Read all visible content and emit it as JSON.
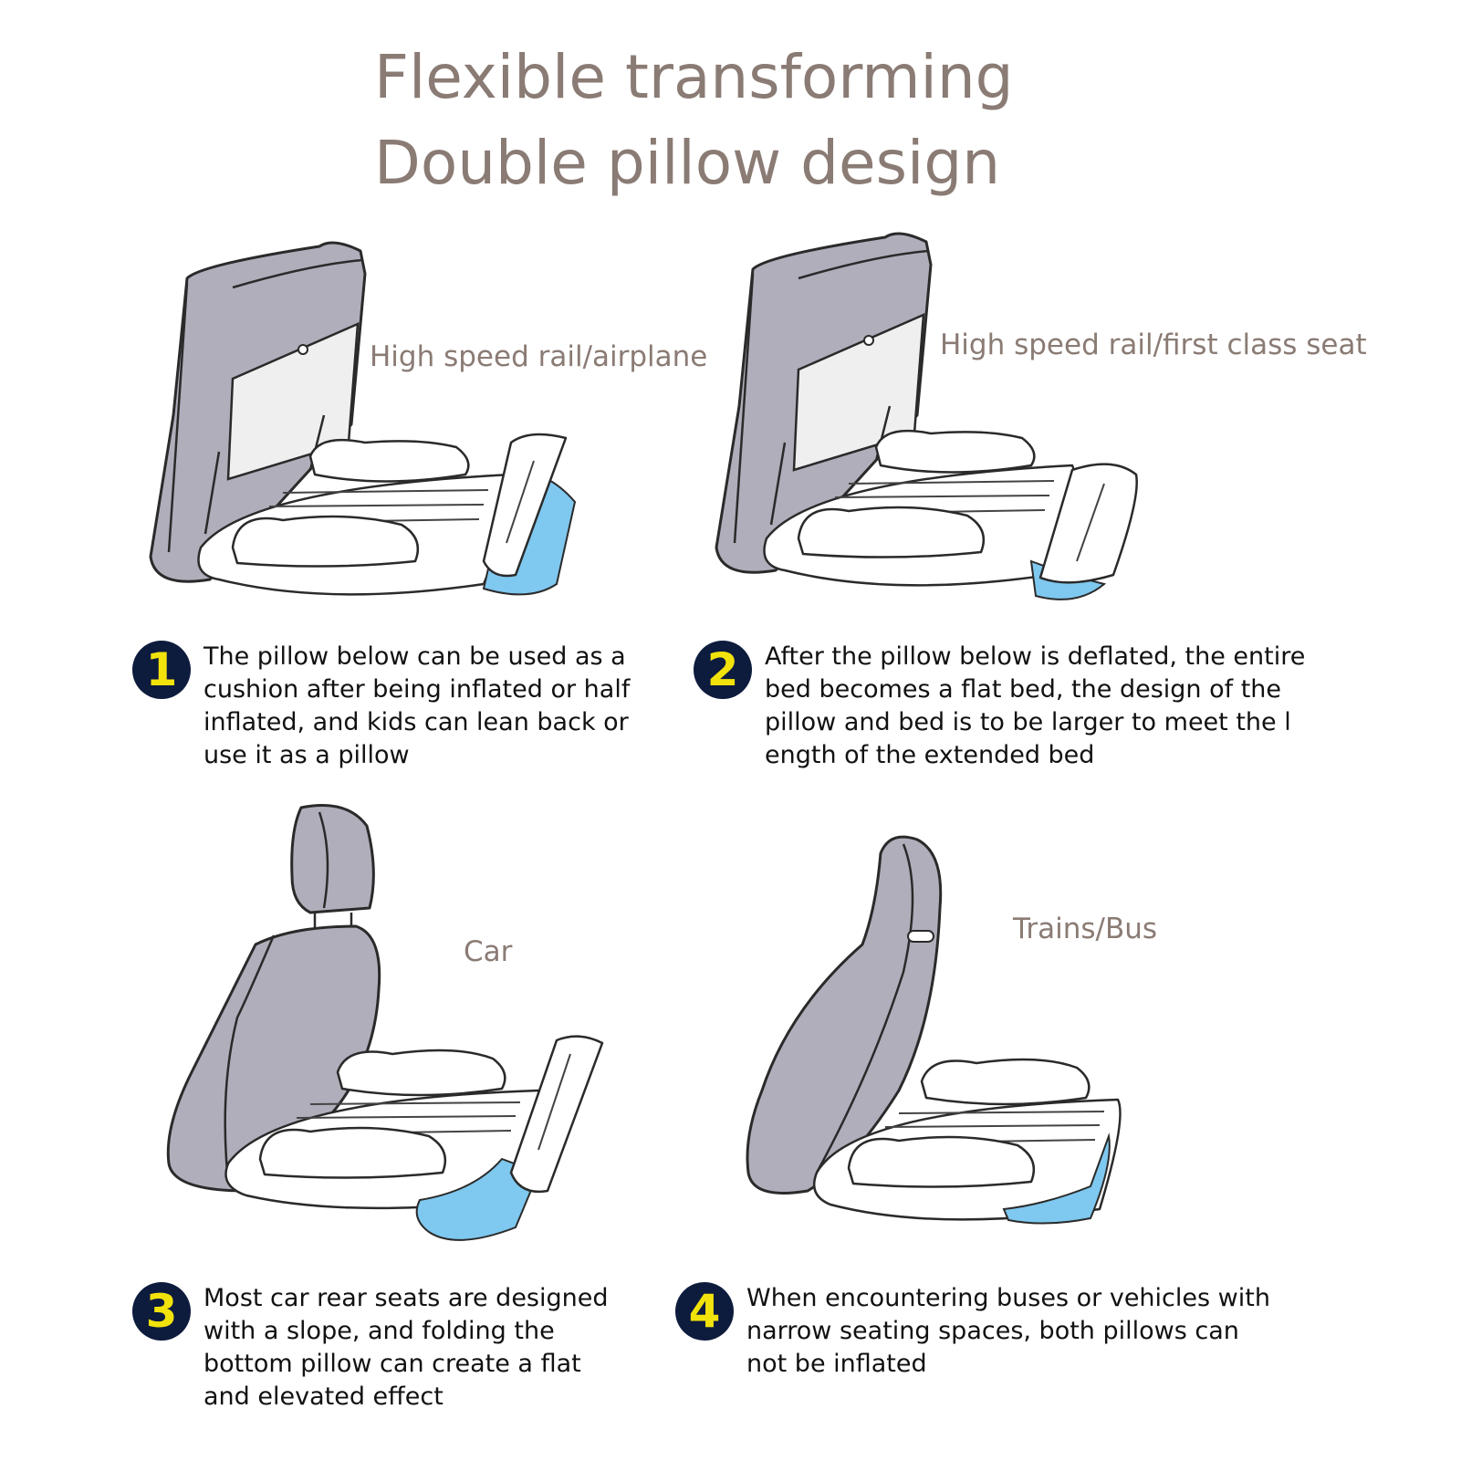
{
  "title": {
    "line1": "Flexible transforming",
    "line2": "Double pillow design"
  },
  "panels": [
    {
      "label": "High speed rail/airplane",
      "number": "1",
      "text": "The pillow below can be used as a\ncushion after being inflated or half\ninflated, and kids can lean back or\nuse it as a pillow"
    },
    {
      "label": "High speed rail/first class seat",
      "number": "2",
      "text": "After the pillow below is deflated, the entire\nbed becomes a flat bed, the design of the\npillow and bed is to be larger to meet the l\nength of the extended bed"
    },
    {
      "label": "Car",
      "number": "3",
      "text": "Most car rear seats are designed\nwith a slope, and folding the\nbottom pillow can create a flat\nand elevated effect"
    },
    {
      "label": "Trains/Bus",
      "number": "4",
      "text": "When encountering buses or vehicles with\nnarrow seating spaces, both pillows can\nnot be inflated"
    }
  ],
  "colors": {
    "title": "#8a7b74",
    "seat": "#b1aebb",
    "pillow_blue": "#7fc8ef",
    "badge_bg": "#0d1b3d",
    "badge_number": "#f2e20c"
  }
}
